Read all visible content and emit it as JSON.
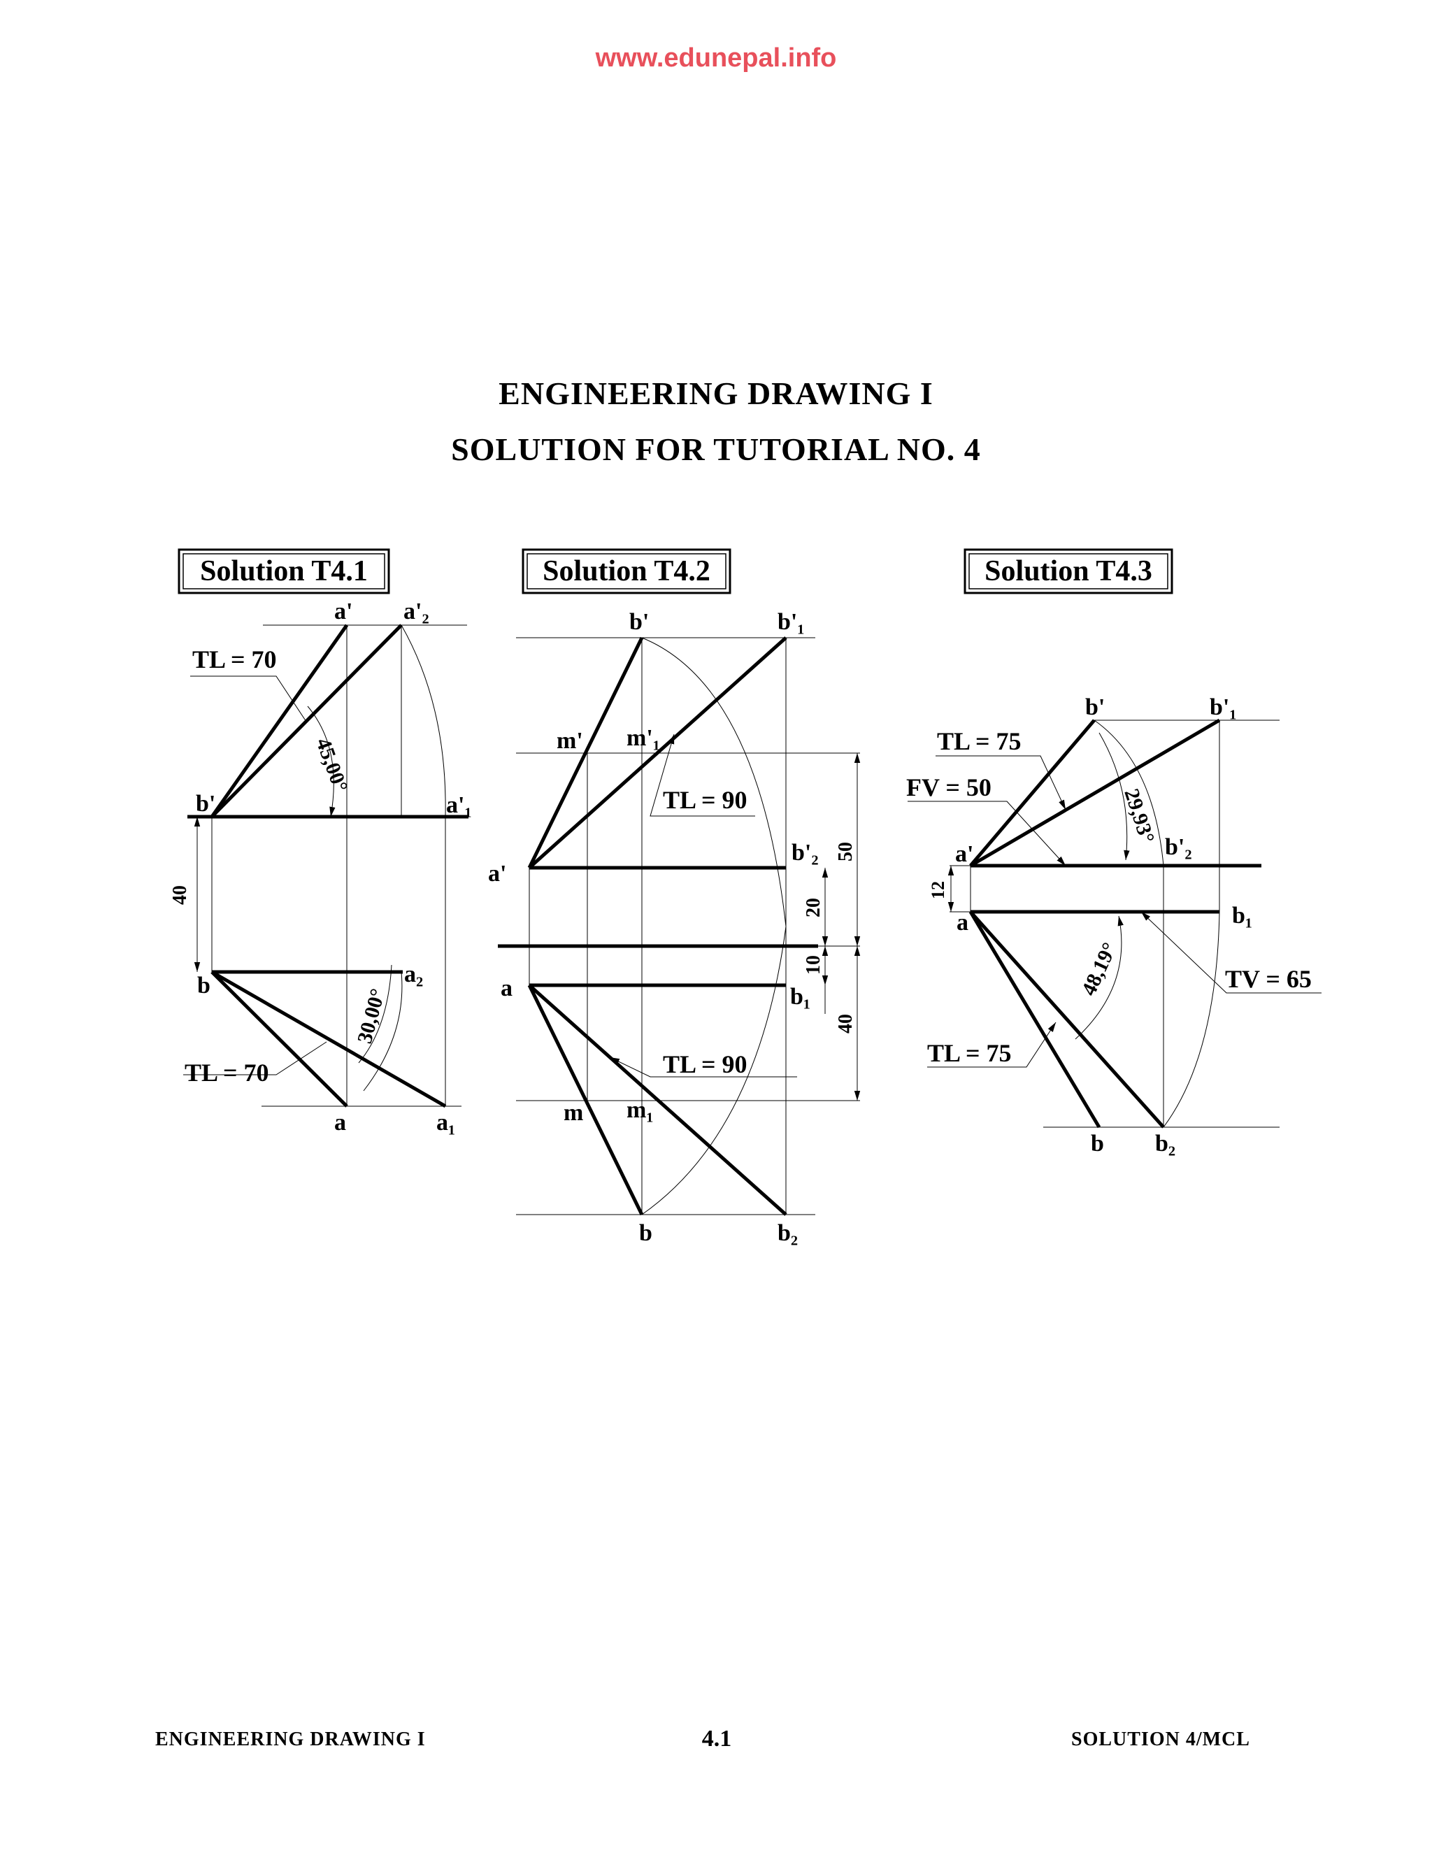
{
  "watermark": "www.edunepal.info",
  "header": {
    "title": "ENGINEERING DRAWING I",
    "subtitle": "SOLUTION FOR TUTORIAL NO. 4"
  },
  "solutions": {
    "t41": {
      "title": "Solution T4.1",
      "labels": {
        "a_prime": "a'",
        "a2_prime": "a'₂",
        "b_prime": "b'",
        "a1_prime": "a'₁",
        "b": "b",
        "a2": "a₂",
        "a": "a",
        "a1": "a₁",
        "tl_top": "TL = 70",
        "tl_bottom": "TL = 70",
        "angle_top": "45,00°",
        "angle_bottom": "30,00°",
        "dim_40": "40"
      }
    },
    "t42": {
      "title": "Solution T4.2",
      "labels": {
        "b_prime": "b'",
        "b1_prime": "b'₁",
        "m_prime": "m'",
        "m1_prime": "m'₁",
        "a_prime": "a'",
        "b2_prime": "b'₂",
        "a": "a",
        "b1": "b₁",
        "m": "m",
        "m1": "m₁",
        "b": "b",
        "b2": "b₂",
        "tl_top": "TL = 90",
        "tl_bottom": "TL = 90",
        "dim_50": "50",
        "dim_20": "20",
        "dim_10": "10",
        "dim_40": "40"
      }
    },
    "t43": {
      "title": "Solution T4.3",
      "labels": {
        "b_prime": "b'",
        "b1_prime": "b'₁",
        "a_prime": "a'",
        "b2_prime": "b'₂",
        "a": "a",
        "b1": "b₁",
        "b": "b",
        "b2": "b₂",
        "tl_top": "TL = 75",
        "fv": "FV = 50",
        "tv": "TV = 65",
        "tl_bottom": "TL = 75",
        "angle_top": "29,93°",
        "angle_bottom": "48,19°",
        "dim_12": "12"
      }
    }
  },
  "footer": {
    "left": "ENGINEERING DRAWING I",
    "center": "4.1",
    "right": "SOLUTION  4/MCL"
  }
}
